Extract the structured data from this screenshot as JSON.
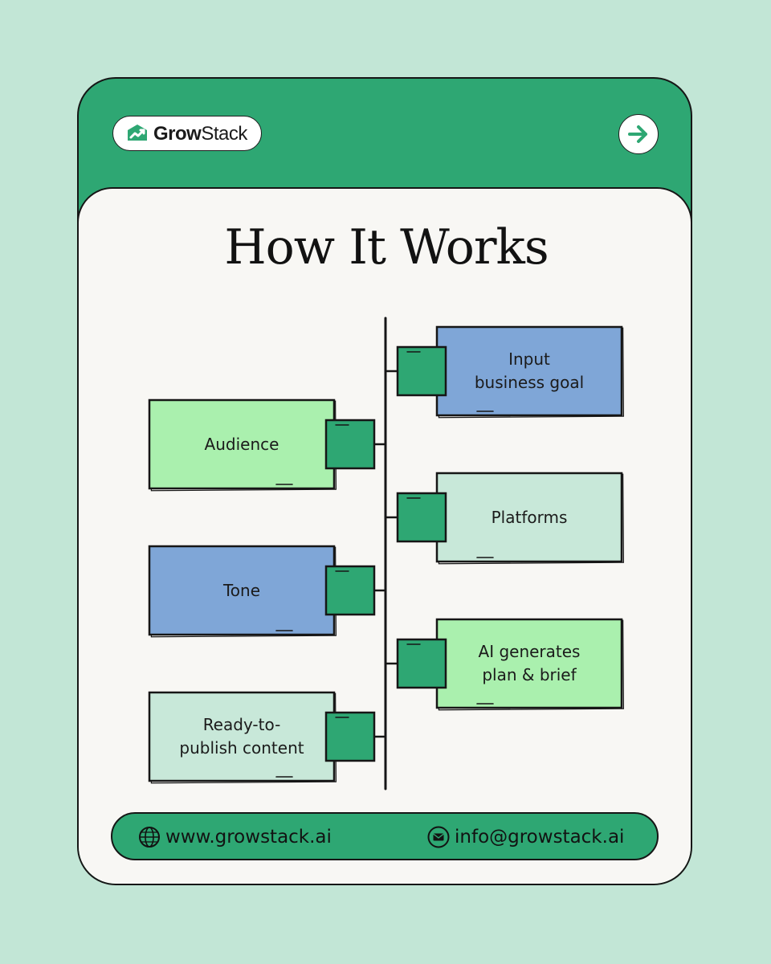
{
  "brand": {
    "name_part1": "Grow",
    "name_part2": "Stack"
  },
  "header": {
    "arrow_icon": "arrow-right-icon"
  },
  "title": "How It Works",
  "steps": [
    {
      "id": "input-business-goal",
      "label": "Input\nbusiness goal",
      "side": "right",
      "color": "#7fa6d7"
    },
    {
      "id": "audience",
      "label": "Audience",
      "side": "left",
      "color": "#aaf0ae"
    },
    {
      "id": "platforms",
      "label": "Platforms",
      "side": "right",
      "color": "#c8e8d9"
    },
    {
      "id": "tone",
      "label": "Tone",
      "side": "left",
      "color": "#7fa6d7"
    },
    {
      "id": "ai-generates",
      "label": "AI generates\nplan & brief",
      "side": "right",
      "color": "#aaf0ae"
    },
    {
      "id": "ready-to-publish",
      "label": "Ready-to-\npublish content",
      "side": "left",
      "color": "#c8e8d9"
    }
  ],
  "footer": {
    "website": "www.growstack.ai",
    "email": "info@growstack.ai",
    "website_icon": "globe-icon",
    "email_icon": "mail-icon"
  },
  "colors": {
    "background": "#c2e6d6",
    "brand_green": "#2ea773",
    "card": "#f8f7f4",
    "connector": "#2ea773",
    "outline": "#161616"
  }
}
